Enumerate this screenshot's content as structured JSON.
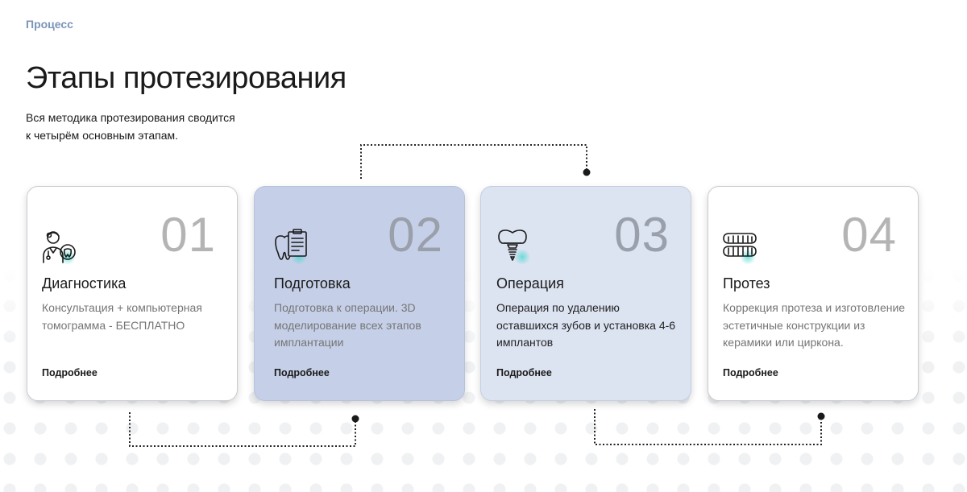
{
  "section": {
    "eyebrow": "Процесс",
    "title": "Этапы протезирования",
    "intro_line1": "Вся методика протезирования сводится",
    "intro_line2": "к четырём основным этапам."
  },
  "cards": [
    {
      "number": "01",
      "title": "Диагностика",
      "description": "Консультация + компьютерная томограмма - БЕСПЛАТНО",
      "link": "Подробнее",
      "icon": "doctor-tooth-icon"
    },
    {
      "number": "02",
      "title": "Подготовка",
      "description": "Подготовка к операции. 3D моделирование всех этапов имплантации",
      "link": "Подробнее",
      "icon": "tooth-clipboard-icon"
    },
    {
      "number": "03",
      "title": "Операция",
      "description": "Операция по удалению оставшихся зубов и установка 4-6 имплантов",
      "link": "Подробнее",
      "icon": "dental-implant-icon"
    },
    {
      "number": "04",
      "title": "Протез",
      "description": "Коррекция протеза и изготовление эстетичные конструкции из керамики или циркона.",
      "link": "Подробнее",
      "icon": "denture-icon"
    }
  ],
  "colors": {
    "eyebrow": "#7b95b8",
    "card2_bg": "#c5d0e8",
    "card3_bg": "#dce3f1",
    "icon_glow": "#3cd7cd"
  }
}
